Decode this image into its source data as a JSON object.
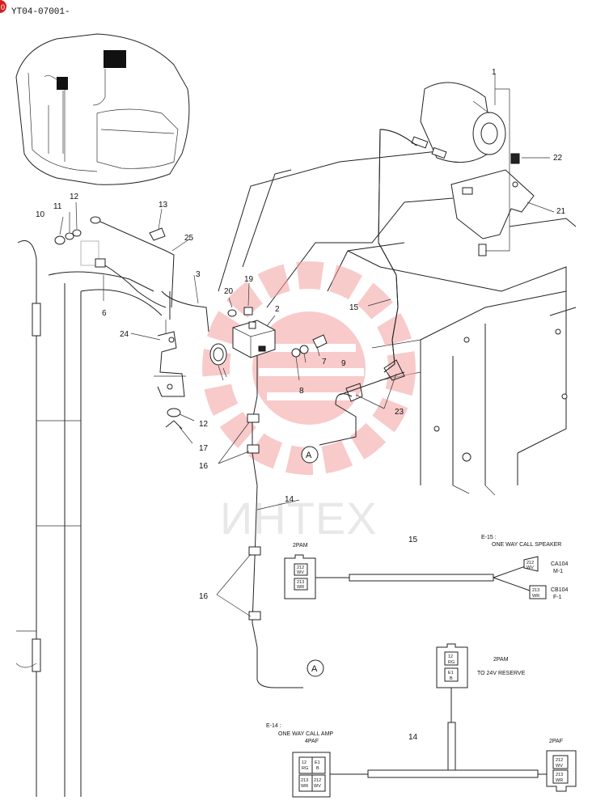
{
  "header": {
    "doc_code": "YT04-07001-",
    "badge_glyph": "0"
  },
  "watermark": {
    "text": "ИНТЕХ",
    "color": "#f08a8a"
  },
  "callouts": {
    "n1": "1",
    "n2": "2",
    "n3": "3",
    "n6": "6",
    "n7": "7",
    "n8": "8",
    "n9": "9",
    "n10": "10",
    "n11": "11",
    "n12a": "12",
    "n12b": "12",
    "n13": "13",
    "n14a": "14",
    "n14b": "14",
    "n15a": "15",
    "n15b": "15",
    "n16a": "16",
    "n16b": "16",
    "n17": "17",
    "n19": "19",
    "n20": "20",
    "n21": "21",
    "n22": "22",
    "n23": "23",
    "n24": "24",
    "n25": "25",
    "markA1": "A",
    "markA2": "A"
  },
  "speaker_harness": {
    "left_connector": {
      "type": "2PAM",
      "pins": [
        {
          "num": "212",
          "wire": "WV"
        },
        {
          "num": "213",
          "wire": "WR"
        }
      ]
    },
    "title_code": "E-15 :",
    "title": "ONE WAY CALL SPEAKER",
    "terminal_1": {
      "pin": {
        "num": "212",
        "wire": "WV"
      },
      "code": "CA104",
      "ref": "M-1"
    },
    "terminal_2": {
      "pin": {
        "num": "213",
        "wire": "WR"
      },
      "code": "CB104",
      "ref": "F-1"
    }
  },
  "amp_harness": {
    "title_code": "E-14 :",
    "title": "ONE WAY CALL AMP",
    "left_connector": {
      "type": "4PAF",
      "pins": [
        {
          "num": "12",
          "wire": "RG"
        },
        {
          "num": "E1",
          "wire": "B"
        },
        {
          "num": "213",
          "wire": "WR"
        },
        {
          "num": "212",
          "wire": "WV"
        }
      ]
    },
    "reserve_connector": {
      "type": "2PAM",
      "note": "TO 24V RESERVE",
      "pins": [
        {
          "num": "12",
          "wire": "RG"
        },
        {
          "num": "E1",
          "wire": "B"
        }
      ]
    },
    "right_connector": {
      "type": "2PAF",
      "pins": [
        {
          "num": "212",
          "wire": "WV"
        },
        {
          "num": "213",
          "wire": "WR"
        }
      ]
    }
  }
}
